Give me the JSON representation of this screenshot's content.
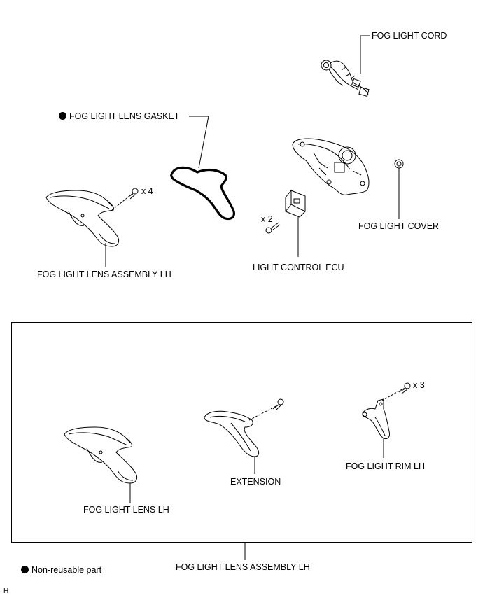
{
  "labels": {
    "fog_light_cord": "FOG LIGHT CORD",
    "fog_light_lens_gasket": "FOG LIGHT LENS GASKET",
    "qty_x4": "x 4",
    "qty_x2": "x 2",
    "fog_light_cover": "FOG LIGHT COVER",
    "fog_light_lens_assembly_lh_top": "FOG LIGHT LENS ASSEMBLY LH",
    "light_control_ecu": "LIGHT CONTROL ECU",
    "qty_x3": "x 3",
    "extension": "EXTENSION",
    "fog_light_rim_lh": "FOG LIGHT RIM LH",
    "fog_light_lens_lh": "FOG LIGHT LENS LH",
    "fog_light_lens_assembly_lh_bottom": "FOG LIGHT LENS ASSEMBLY LH",
    "legend_non_reusable": "Non-reusable part",
    "corner_mark": "H"
  }
}
